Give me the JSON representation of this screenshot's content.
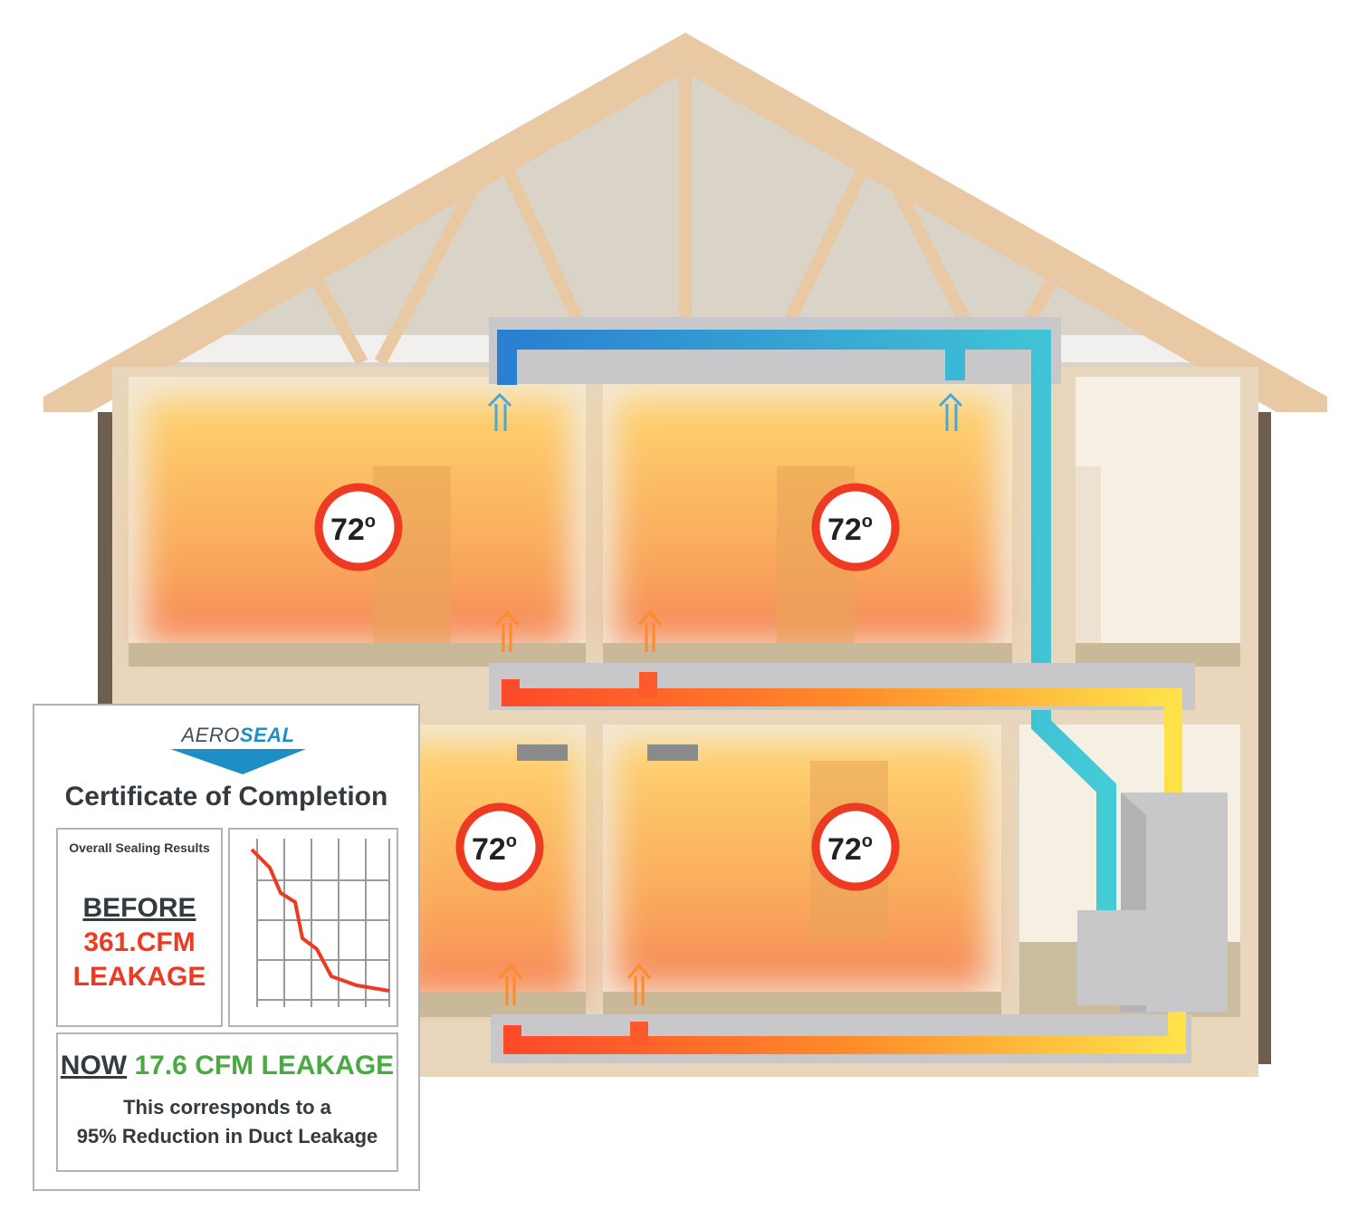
{
  "thermostats": [
    {
      "value": "72",
      "unit": "o"
    },
    {
      "value": "72",
      "unit": "o"
    },
    {
      "value": "72",
      "unit": "o"
    },
    {
      "value": "72",
      "unit": "o"
    }
  ],
  "certificate": {
    "logo_part1": "AERO",
    "logo_part2": "SEAL",
    "title": "Certificate of Completion",
    "results_label": "Overall Sealing Results",
    "before_label": "BEFORE",
    "before_value": "361.CFM",
    "before_suffix": "LEAKAGE",
    "now_label": "NOW",
    "now_value": "17.6 CFM LEAKAGE",
    "desc_line1": "This corresponds to a",
    "desc_line2": "95% Reduction in Duct Leakage",
    "accent_red": "#ec3a23",
    "accent_green": "#4aaa42",
    "brand_blue": "#1d8fc6"
  }
}
